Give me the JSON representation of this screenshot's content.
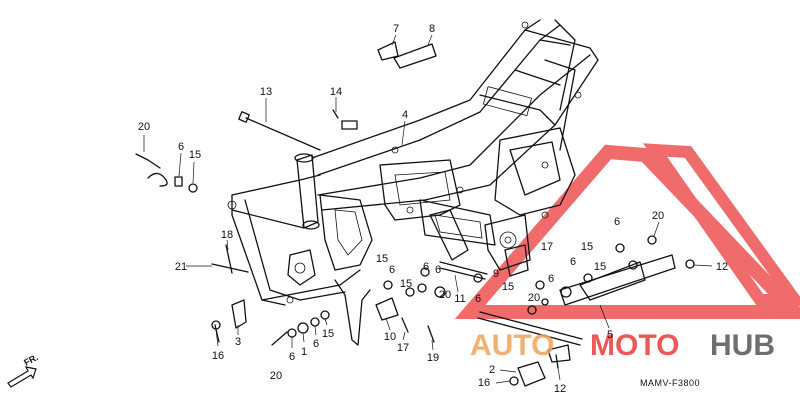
{
  "diagram": {
    "callouts": [
      {
        "label": "7"
      },
      {
        "label": "8"
      },
      {
        "label": "13"
      },
      {
        "label": "14"
      },
      {
        "label": "4"
      },
      {
        "label": "20"
      },
      {
        "label": "6"
      },
      {
        "label": "15"
      },
      {
        "label": "18"
      },
      {
        "label": "21"
      },
      {
        "label": "17"
      },
      {
        "label": "15"
      },
      {
        "label": "6"
      },
      {
        "label": "6"
      },
      {
        "label": "15"
      },
      {
        "label": "6"
      },
      {
        "label": "9"
      },
      {
        "label": "20"
      },
      {
        "label": "11"
      },
      {
        "label": "6"
      },
      {
        "label": "15"
      },
      {
        "label": "6"
      },
      {
        "label": "6"
      },
      {
        "label": "15"
      },
      {
        "label": "20"
      },
      {
        "label": "6"
      },
      {
        "label": "15"
      },
      {
        "label": "20"
      },
      {
        "label": "12"
      },
      {
        "label": "3"
      },
      {
        "label": "16"
      },
      {
        "label": "6"
      },
      {
        "label": "1"
      },
      {
        "label": "6"
      },
      {
        "label": "15"
      },
      {
        "label": "10"
      },
      {
        "label": "17"
      },
      {
        "label": "19"
      },
      {
        "label": "20"
      },
      {
        "label": "5"
      },
      {
        "label": "2"
      },
      {
        "label": "16"
      },
      {
        "label": "12"
      }
    ],
    "direction_label": "FR.",
    "drawing_code": "MAMV-F3800"
  },
  "watermark": {
    "brand_part1": "AUTO",
    "brand_part2": "MOTO",
    "brand_part3": "HUB",
    "colors": {
      "red": "#ec3a3a",
      "orange": "#f2a35c",
      "gray": "#555555"
    }
  }
}
